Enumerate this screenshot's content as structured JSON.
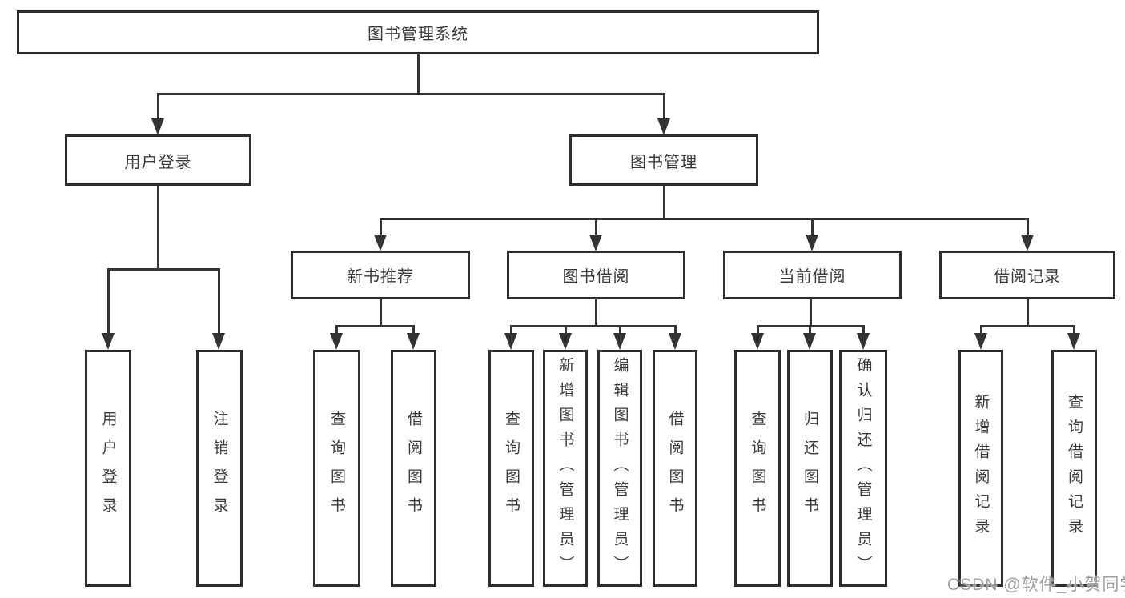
{
  "tree": {
    "root": {
      "label": "图书管理系统"
    },
    "user_login_branch": {
      "label": "用户登录",
      "children": [
        {
          "label": "用户登录"
        },
        {
          "label": "注销登录"
        }
      ]
    },
    "book_manage_branch": {
      "label": "图书管理",
      "sections": [
        {
          "label": "新书推荐",
          "children": [
            {
              "label": "查询图书"
            },
            {
              "label": "借阅图书"
            }
          ]
        },
        {
          "label": "图书借阅",
          "children": [
            {
              "label": "查询图书"
            },
            {
              "label": "新增图书（管理员）"
            },
            {
              "label": "编辑图书（管理员）"
            },
            {
              "label": "借阅图书"
            }
          ]
        },
        {
          "label": "当前借阅",
          "children": [
            {
              "label": "查询图书"
            },
            {
              "label": "归还图书"
            },
            {
              "label": "确认归还（管理员）"
            }
          ]
        },
        {
          "label": "借阅记录",
          "children": [
            {
              "label": "新增借阅记录"
            },
            {
              "label": "查询借阅记录"
            }
          ]
        }
      ]
    }
  },
  "watermark": {
    "text": "CSDN @软件_小贺同学"
  },
  "colors": {
    "line": "#333333",
    "border": "#2d2d2d",
    "text": "#3a3a3a",
    "background": "#ffffff",
    "watermark": "#9e9ea0"
  }
}
